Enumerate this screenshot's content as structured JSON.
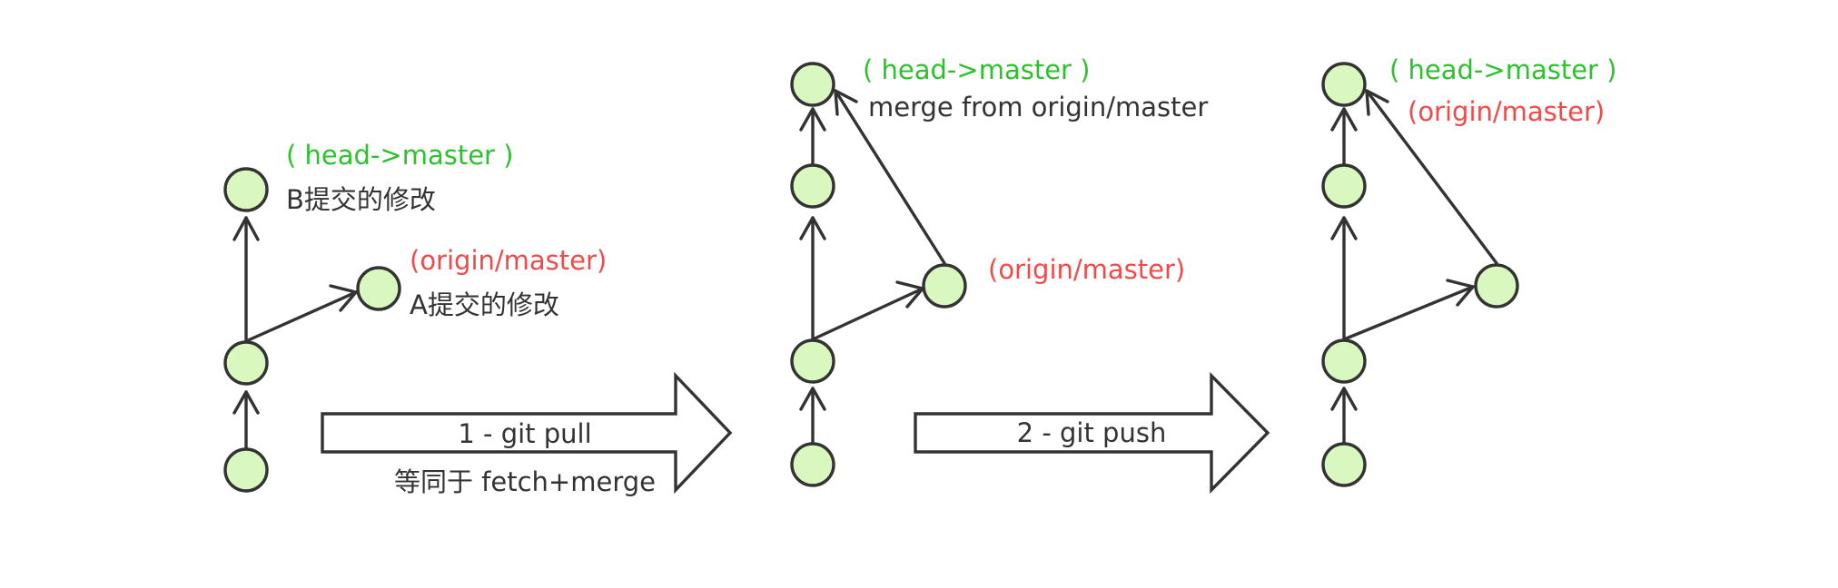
{
  "colors": {
    "head_label": "#2dc22d",
    "origin_label": "#f04a4a",
    "text": "#333333",
    "node_fill": "#d8f8c0",
    "stroke": "#333333"
  },
  "panels": [
    {
      "head_label": "( head->master )",
      "head_note": "B提交的修改",
      "origin_label": "(origin/master)",
      "origin_note": "A提交的修改"
    },
    {
      "head_label": "( head->master )",
      "head_note": "merge from origin/master",
      "origin_label": "(origin/master)"
    },
    {
      "head_label": "( head->master )",
      "origin_label": "(origin/master)"
    }
  ],
  "steps": [
    {
      "label": "1 - git pull",
      "note": "等同于 fetch+merge"
    },
    {
      "label": "2 - git push"
    }
  ]
}
